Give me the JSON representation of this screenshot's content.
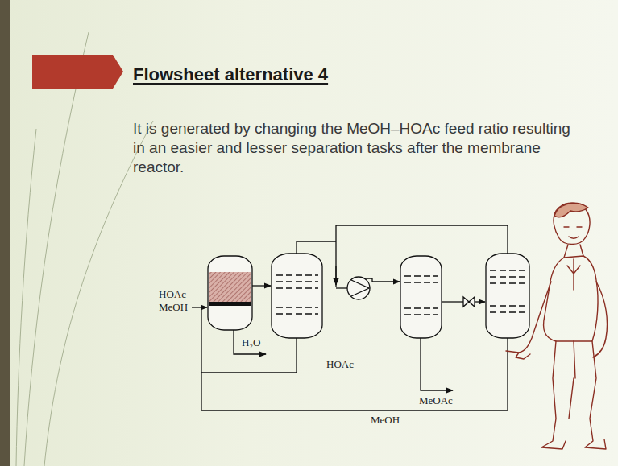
{
  "diagram": {
    "title": "Flowsheet alternative 4",
    "labels": [
      "It is generated by changing the MeOH–HOAc feed ratio resulting in an easier and lesser separation tasks after the membrane reactor.",
      "HOAc",
      "MeOH",
      "H₂O",
      "HOAc",
      "MeOAc",
      "MeOH"
    ]
  }
}
